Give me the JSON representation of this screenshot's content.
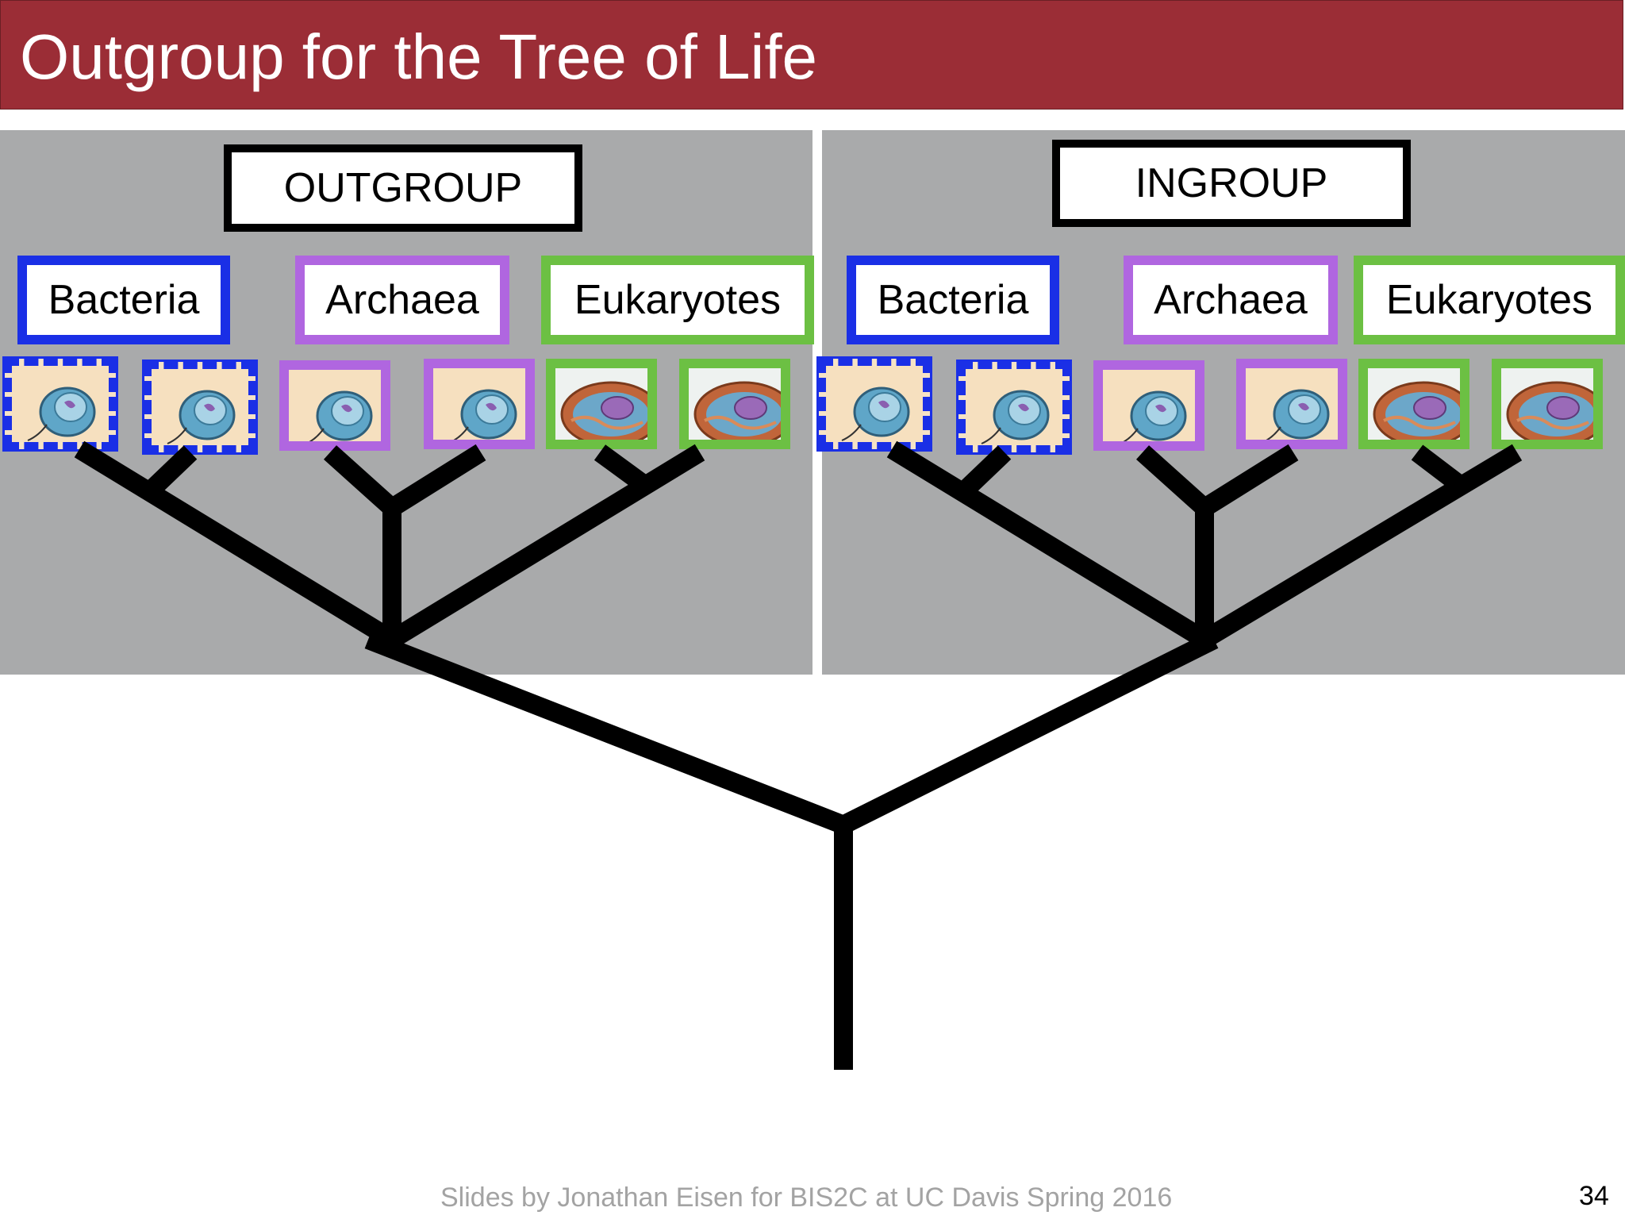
{
  "slide": {
    "title": "Outgroup for the Tree of Life",
    "footer": "Slides by Jonathan Eisen for BIS2C at UC Davis Spring 2016",
    "page_number": "34"
  },
  "left_panel": {
    "group_label": "OUTGROUP",
    "domains": [
      "Bacteria",
      "Archaea",
      "Eukaryotes"
    ]
  },
  "right_panel": {
    "group_label": "INGROUP",
    "domains": [
      "Bacteria",
      "Archaea",
      "Eukaryotes"
    ]
  },
  "colors": {
    "title_bar": "#9b2d36",
    "panel": "#a9aaab",
    "bacteria": "#1a2fe6",
    "archaea": "#b066e0",
    "eukaryotes": "#6cc043"
  },
  "icons": [
    "prokaryote-cell-icon",
    "eukaryote-cell-icon"
  ]
}
